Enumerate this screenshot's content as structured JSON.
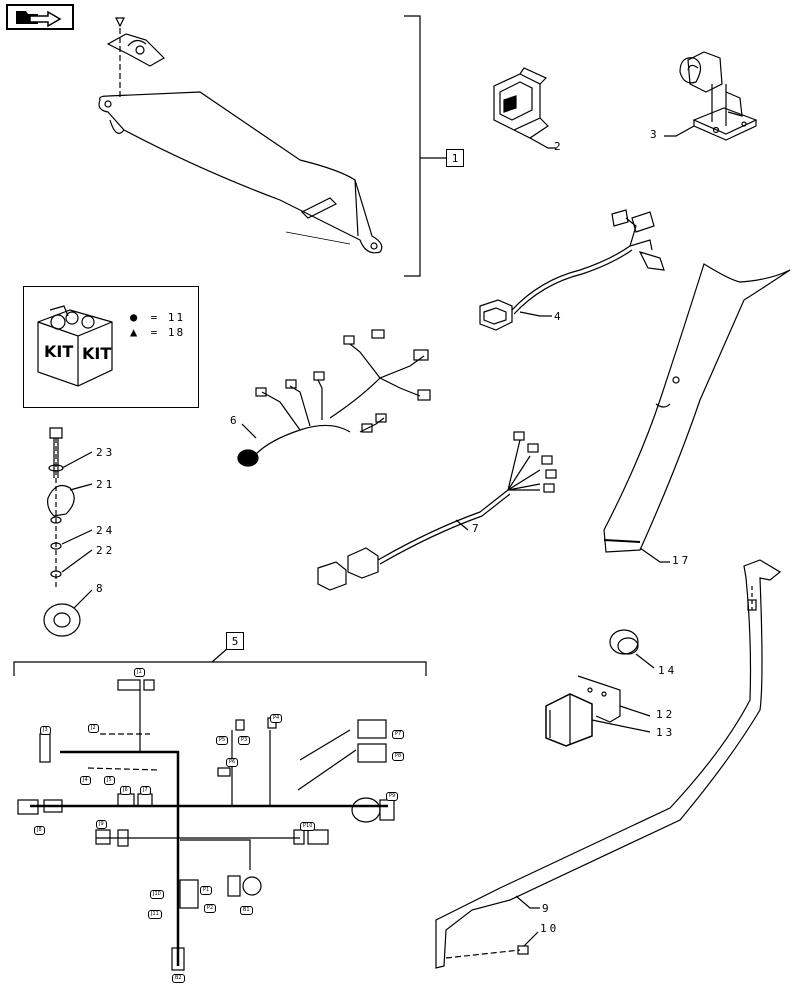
{
  "nav": {
    "icon": "folder-arrow-icon"
  },
  "kit": {
    "label_left": "KIT",
    "label_right": "KIT",
    "legend": [
      {
        "symbol": "circle",
        "glyph": "●",
        "value": "11"
      },
      {
        "symbol": "triangle",
        "glyph": "▲",
        "value": "18"
      }
    ]
  },
  "callouts": {
    "c1": "1",
    "c2": "2",
    "c3": "3",
    "c4": "4",
    "c5": "5",
    "c6": "6",
    "c7": "7",
    "c8": "8",
    "c9": "9",
    "c10": "10",
    "c12": "12",
    "c13": "13",
    "c14": "14",
    "c17": "17",
    "c21": "21",
    "c22": "22",
    "c23": "23",
    "c24": "24"
  },
  "harness_tags": [
    "J1",
    "J2",
    "J3",
    "J4",
    "J5",
    "J6",
    "J7",
    "J8",
    "J9",
    "J10",
    "J11",
    "P1",
    "P2",
    "P3",
    "P4",
    "P5",
    "P6",
    "P7",
    "P8",
    "P9",
    "P10",
    "B1",
    "B2"
  ]
}
